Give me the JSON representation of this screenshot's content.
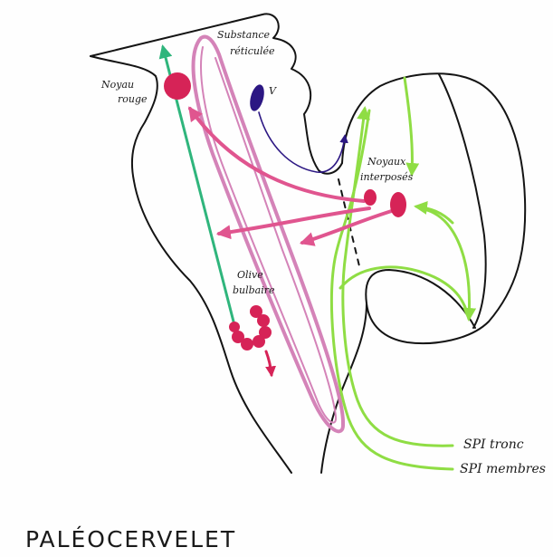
{
  "title": "PALÉOCERVELET",
  "labels": {
    "substance_line1": "Substance",
    "substance_line2": "réticulée",
    "red_nucleus_line1": "Noyau",
    "red_nucleus_line2": "rouge",
    "trigeminal": "V",
    "interposed_line1": "Noyaux",
    "interposed_line2": "interposés",
    "olive_line1": "Olive",
    "olive_line2": "bulbaire",
    "spi_trunk": "SPI tronc",
    "spi_limbs": "SPI membres"
  },
  "colors": {
    "outline": "#141414",
    "red_nucleus": "#d62357",
    "pink_pathway": "#e0558f",
    "reticular_loop": "#d483b8",
    "green_tract": "#2fb57c",
    "lime_tract": "#8fdd44",
    "trigeminal": "#2c1783"
  }
}
